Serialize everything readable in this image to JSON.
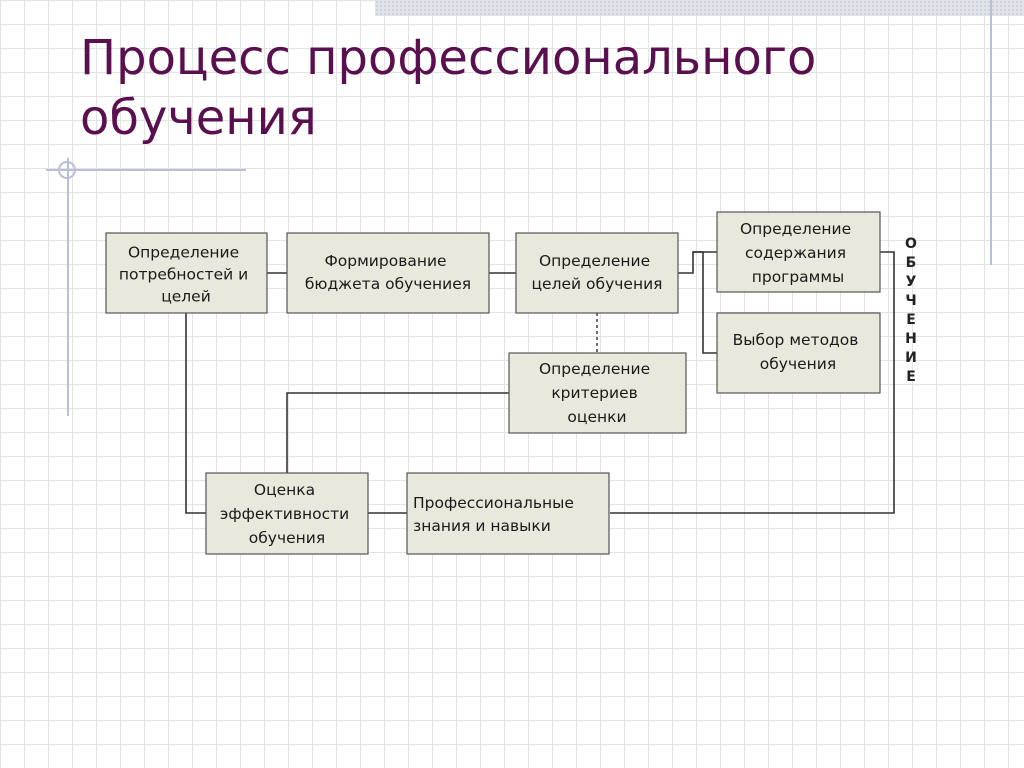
{
  "slide": {
    "title": "Процесс профессионального\nобучения"
  },
  "diagram": {
    "nodes": [
      {
        "id": "needs",
        "lines": [
          "Определение",
          "потребностей и",
          "целей"
        ]
      },
      {
        "id": "budget",
        "lines": [
          "Формирование",
          "бюджета обучениея"
        ]
      },
      {
        "id": "goals",
        "lines": [
          "Определение",
          "целей обучения"
        ]
      },
      {
        "id": "content",
        "lines": [
          "Определение",
          "содержания",
          "программы"
        ]
      },
      {
        "id": "methods",
        "lines": [
          "Выбор методов",
          "обучения"
        ]
      },
      {
        "id": "criteria",
        "lines": [
          "Определение",
          "критериев",
          "оценки"
        ]
      },
      {
        "id": "evaluation",
        "lines": [
          "Оценка",
          "эффективности",
          "обучения"
        ]
      },
      {
        "id": "skills",
        "lines": [
          "Профессиональные",
          "знания и навыки"
        ]
      }
    ],
    "side_label": "ОБУЧЕНИЕ"
  }
}
